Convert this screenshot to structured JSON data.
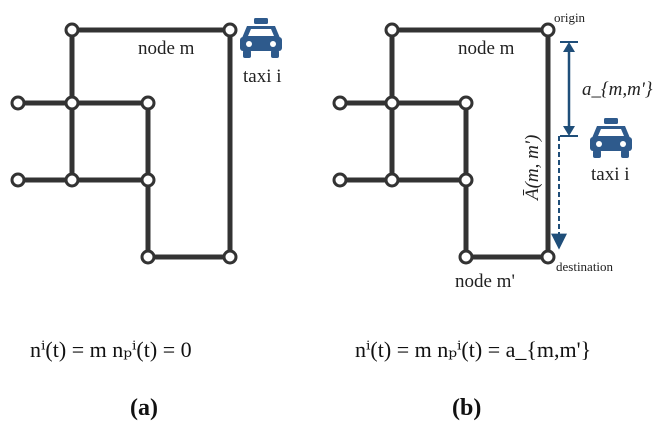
{
  "panel_a": {
    "node_label": "node m",
    "taxi_label": "taxi i",
    "equation": "nⁱ(t) = m    nₚⁱ(t) = 0",
    "caption": "(a)"
  },
  "panel_b": {
    "origin_label": "origin",
    "node_label": "node m",
    "distance_label": "a_{m,m'}",
    "route_label": "Ā(m, m')",
    "taxi_label": "taxi i",
    "destination_label": "destination",
    "node_end_label": "node m'",
    "equation": "nⁱ(t) = m    nₚⁱ(t) = a_{m,m'}",
    "caption": "(b)"
  },
  "colors": {
    "edge": "#333333",
    "taxi": "#2e5a8c",
    "arrow": "#1f4e79"
  },
  "icons": [
    "taxi-icon"
  ]
}
